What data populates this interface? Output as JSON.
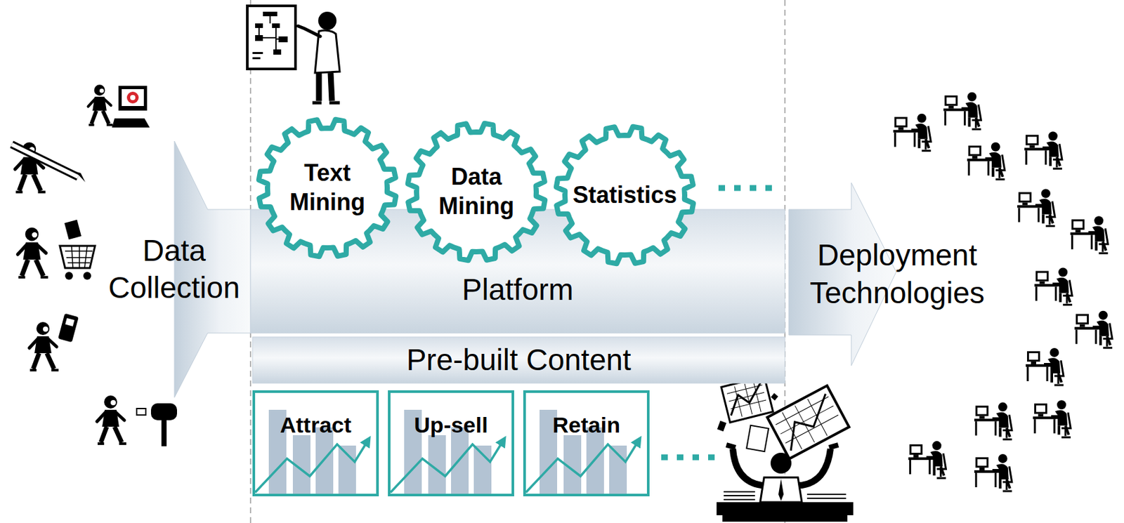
{
  "diagram": {
    "nodes": [
      {
        "text": [
          "Data Collection"
        ]
      },
      {
        "text": [
          "Platform"
        ]
      },
      {
        "text": [
          "Text Mining"
        ]
      },
      {
        "text": [
          "Data Mining"
        ]
      },
      {
        "text": [
          "Statistics"
        ]
      },
      {
        "text": [
          "Pre-built Content"
        ]
      },
      {
        "text": [
          "Attract"
        ]
      },
      {
        "text": [
          "Up-sell"
        ]
      },
      {
        "text": [
          "Retain"
        ]
      },
      {
        "text": [
          "Deployment Technologies"
        ]
      }
    ]
  }
}
